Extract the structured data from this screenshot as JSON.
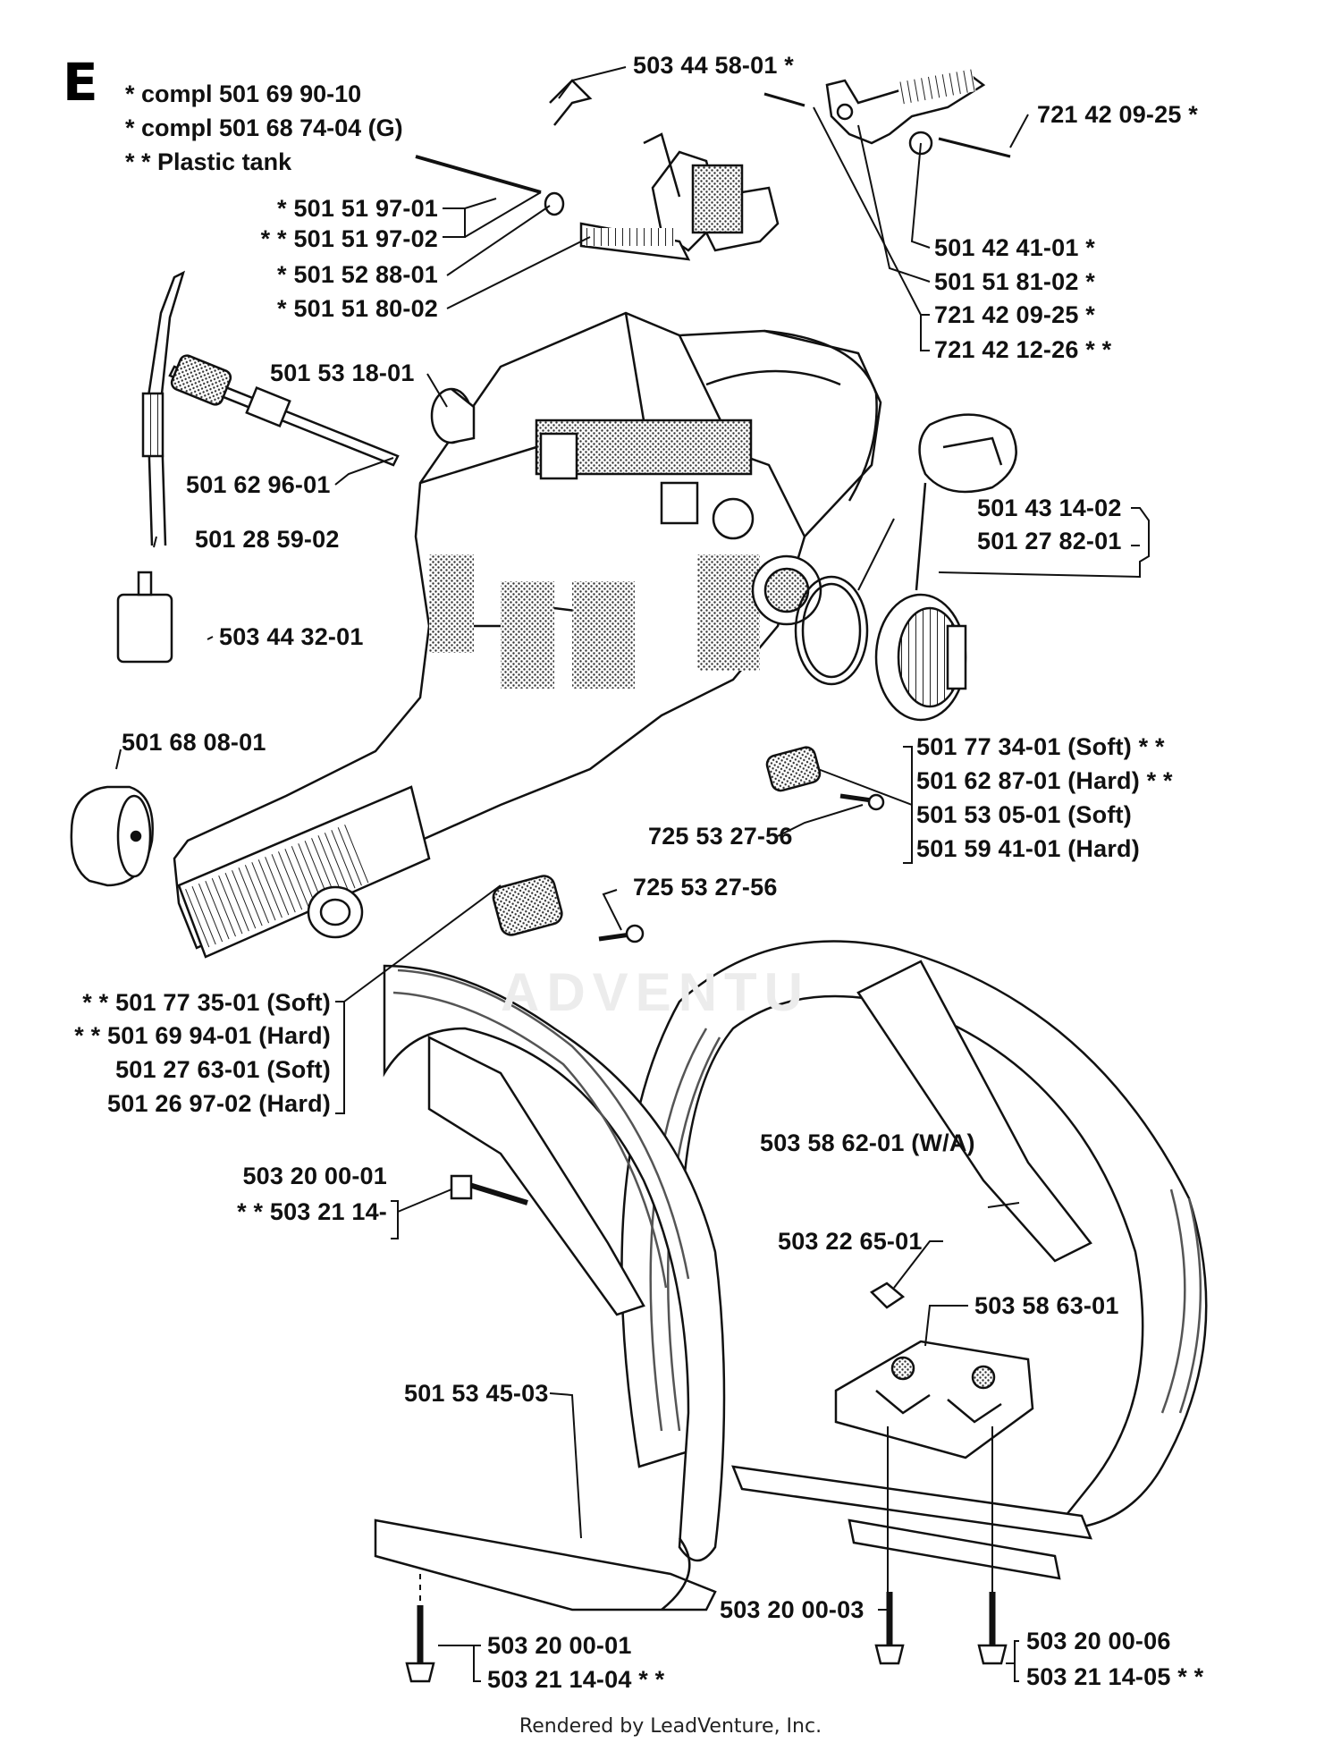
{
  "section": "E",
  "legend": {
    "line1": "* compl 501 69 90-10",
    "line2": "* compl 501 68 74-04 (G)",
    "line3": "* * Plastic tank"
  },
  "watermark": "ADVENTU",
  "footer": "Rendered by LeadVenture, Inc.",
  "labels": {
    "p_503_44_58_01": "503 44 58-01  *",
    "p_721_42_09_25_top": "721 42 09-25  *",
    "p_501_51_97_01": "*  501 51 97-01",
    "p_501_51_97_02": "* *  501 51 97-02",
    "p_501_52_88_01": "*  501 52 88-01",
    "p_501_51_80_02": "*  501 51 80-02",
    "p_501_42_41_01": "501 42 41-01  *",
    "p_501_51_81_02": "501 51 81-02  *",
    "p_721_42_09_25": "721 42 09-25  *",
    "p_721_42_12_26": "721 42 12-26  * *",
    "p_501_53_18_01": "501 53 18-01",
    "p_501_62_96_01": "501 62 96-01",
    "p_501_28_59_02": "501 28 59-02",
    "p_503_44_32_01": "503 44 32-01",
    "p_501_43_14_02": "501 43 14-02",
    "p_501_27_82_01": "501 27 82-01",
    "p_501_68_08_01": "501 68 08-01",
    "p_501_77_34_01": "501 77 34-01 (Soft)  * *",
    "p_501_62_87_01": "501 62 87-01 (Hard)  * *",
    "p_501_53_05_01": "501 53 05-01 (Soft)",
    "p_501_59_41_01": "501 59 41-01 (Hard)",
    "p_725_53_27_56_a": "725 53 27-56",
    "p_725_53_27_56_b": "725 53 27-56",
    "p_501_77_35_01": "* *  501 77 35-01 (Soft)",
    "p_501_69_94_01": "* *  501 69 94-01 (Hard)",
    "p_501_27_63_01": "501 27 63-01 (Soft)",
    "p_501_26_97_02": "501 26 97-02 (Hard)",
    "p_503_58_62_01": "503 58 62-01 (W/A)",
    "p_503_20_00_01_a": "503 20 00-01",
    "p_503_21_14_a": "* *  503 21 14-",
    "p_503_22_65_01": "503 22 65-01",
    "p_503_58_63_01": "503 58 63-01",
    "p_501_53_45_03": "501 53 45-03",
    "p_503_20_00_03": "503 20 00-03",
    "p_503_20_00_01_b": "503 20 00-01",
    "p_503_21_14_04": "503 21 14-04  * *",
    "p_503_20_00_06": "503 20 00-06",
    "p_503_21_14_05": "503 21 14-05  * *"
  }
}
